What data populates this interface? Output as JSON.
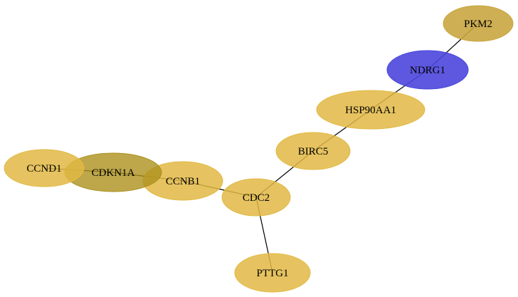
{
  "graph": {
    "nodes": [
      {
        "id": "PKM2",
        "label": "PKM2",
        "color": "#c9a640",
        "opacity": 0.9
      },
      {
        "id": "NDRG1",
        "label": "NDRG1",
        "color": "#4b46dc",
        "opacity": 0.9
      },
      {
        "id": "HSP90AA1",
        "label": "HSP90AA1",
        "color": "#e2b944",
        "opacity": 0.85
      },
      {
        "id": "BIRC5",
        "label": "BIRC5",
        "color": "#e2b944",
        "opacity": 0.85
      },
      {
        "id": "CDC2",
        "label": "CDC2",
        "color": "#e2b944",
        "opacity": 0.85
      },
      {
        "id": "PTTG1",
        "label": "PTTG1",
        "color": "#e2b944",
        "opacity": 0.85
      },
      {
        "id": "CCNB1",
        "label": "CCNB1",
        "color": "#e2b944",
        "opacity": 0.85
      },
      {
        "id": "CDKN1A",
        "label": "CDKN1A",
        "color": "#ac911d",
        "opacity": 0.8
      },
      {
        "id": "CCND1",
        "label": "CCND1",
        "color": "#e2b944",
        "opacity": 0.85
      }
    ],
    "edges": [
      {
        "source": "PKM2",
        "target": "NDRG1"
      },
      {
        "source": "NDRG1",
        "target": "HSP90AA1"
      },
      {
        "source": "HSP90AA1",
        "target": "BIRC5"
      },
      {
        "source": "BIRC5",
        "target": "CDC2"
      },
      {
        "source": "CDC2",
        "target": "PTTG1"
      },
      {
        "source": "CDC2",
        "target": "CCNB1"
      },
      {
        "source": "CCNB1",
        "target": "CDKN1A"
      },
      {
        "source": "CDKN1A",
        "target": "CCND1"
      }
    ]
  }
}
